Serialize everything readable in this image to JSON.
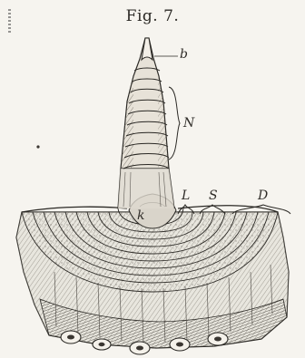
{
  "figure": {
    "title": "Fig. 7."
  },
  "labels": {
    "b": "b",
    "N": "N",
    "L": "L",
    "S": "S",
    "D": "D",
    "k": "k"
  },
  "colors": {
    "ink": "#2b2925",
    "paper": "#f6f4ef",
    "shade": "#8b867d"
  }
}
